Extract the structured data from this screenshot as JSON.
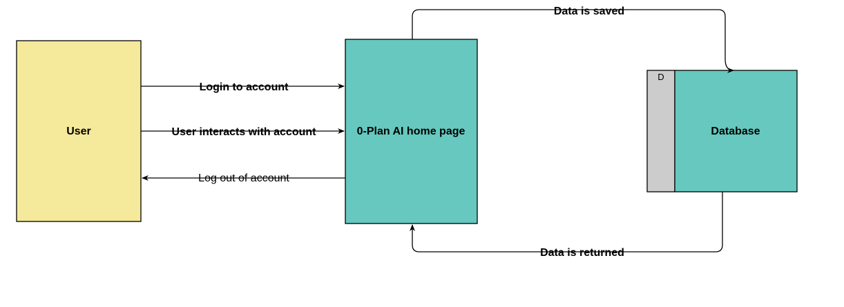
{
  "nodes": {
    "user": {
      "label": "User",
      "fill": "#f5e99b"
    },
    "homepage": {
      "label": "0-Plan AI home page",
      "fill": "#66c8be"
    },
    "database": {
      "label": "Database",
      "id_label": "D",
      "fill": "#66c8be",
      "id_fill": "#cccccc"
    }
  },
  "edges": {
    "login": {
      "label": "Login to account"
    },
    "interacts": {
      "label": "User interacts with account"
    },
    "logout": {
      "label": "Log out of account"
    },
    "saved": {
      "label": "Data is saved"
    },
    "returned": {
      "label": "Data is returned"
    }
  },
  "colors": {
    "stroke": "#000000",
    "background": "#ffffff"
  }
}
